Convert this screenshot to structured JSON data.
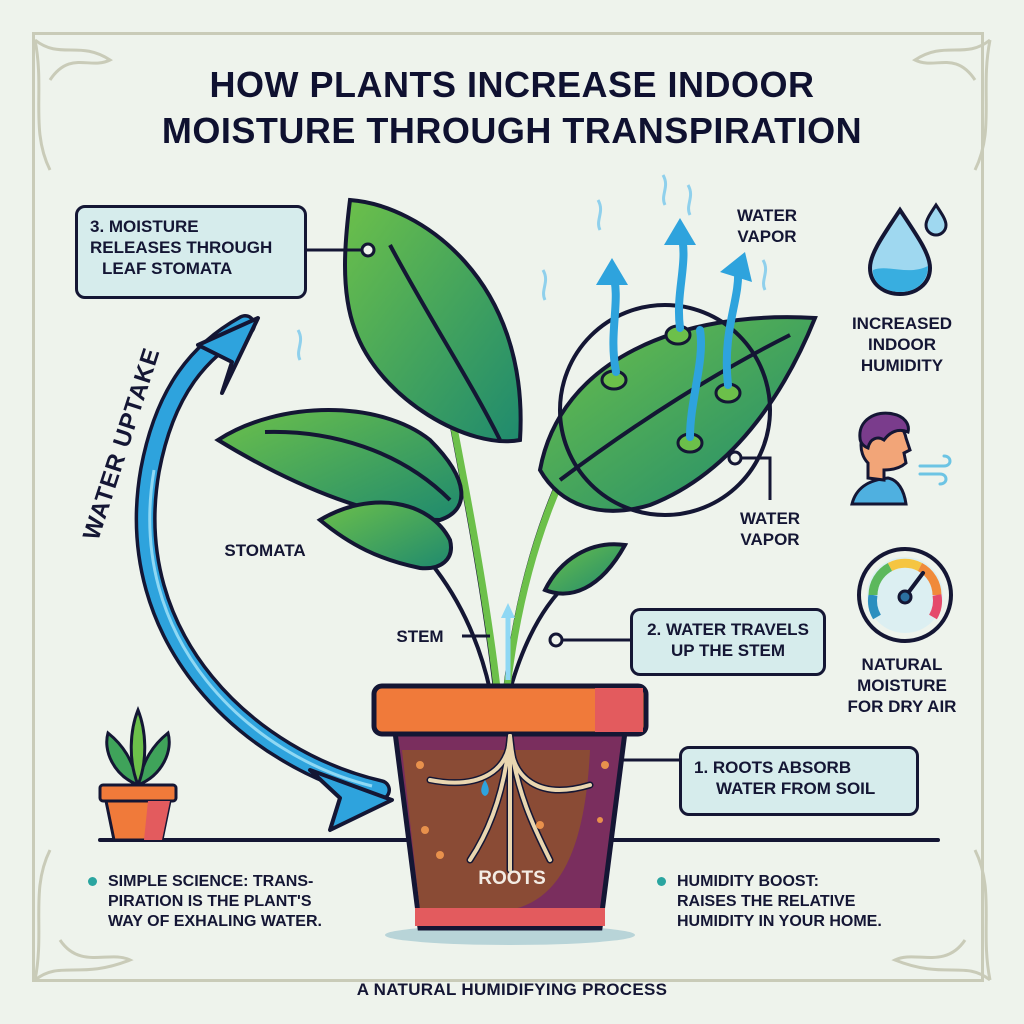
{
  "title": {
    "line1": "HOW PLANTS INCREASE INDOOR",
    "line2": "MOISTURE THROUGH TRANSPIRATION"
  },
  "callouts": {
    "step3": {
      "line1": "3. MOISTURE",
      "line2": "RELEASES THROUGH",
      "line3": "LEAF STOMATA"
    },
    "step2": {
      "line1": "2. WATER TRAVELS",
      "line2": "UP THE STEM"
    },
    "step1": {
      "line1": "1. ROOTS ABSORB",
      "line2": "WATER FROM SOIL"
    }
  },
  "labels": {
    "water_vapor_top": {
      "line1": "WATER",
      "line2": "VAPOR"
    },
    "water_vapor_mid": {
      "line1": "WATER",
      "line2": "VAPOR"
    },
    "stomata": "STOMATA",
    "stem": "STEM",
    "roots": "ROOTS",
    "water_uptake": "WATER UPTAKE"
  },
  "benefits": [
    {
      "icon": "water-drop-icon",
      "line1": "INCREASED",
      "line2": "INDOOR",
      "line3": "HUMIDITY"
    },
    {
      "icon": "person-breathing-icon"
    },
    {
      "icon": "humidity-gauge-icon",
      "line1": "NATURAL",
      "line2": "MOISTURE",
      "line3": "FOR DRY AIR"
    }
  ],
  "bullets": {
    "left": {
      "line1": "SIMPLE SCIENCE: TRANS-",
      "line2": "PIRATION IS THE PLANT'S",
      "line3": "WAY OF EXHALING WATER."
    },
    "right": {
      "line1": "HUMIDITY BOOST:",
      "line2": "RAISES THE RELATIVE",
      "line3": "HUMIDITY IN YOUR HOME."
    }
  },
  "footer": "A NATURAL HUMIDIFYING PROCESS",
  "colors": {
    "background": "#eef3ec",
    "ink": "#141634",
    "callout_fill": "#d6ecec",
    "leaf_light": "#6cc04a",
    "leaf_dark": "#1f8a6e",
    "water_blue": "#2ea3dd",
    "pot_orange": "#f07a3a",
    "pot_purple": "#7a2e5e",
    "soil_brown": "#8a4b35",
    "bullet_teal": "#2aa5a0",
    "frame": "#c9cbb8"
  }
}
